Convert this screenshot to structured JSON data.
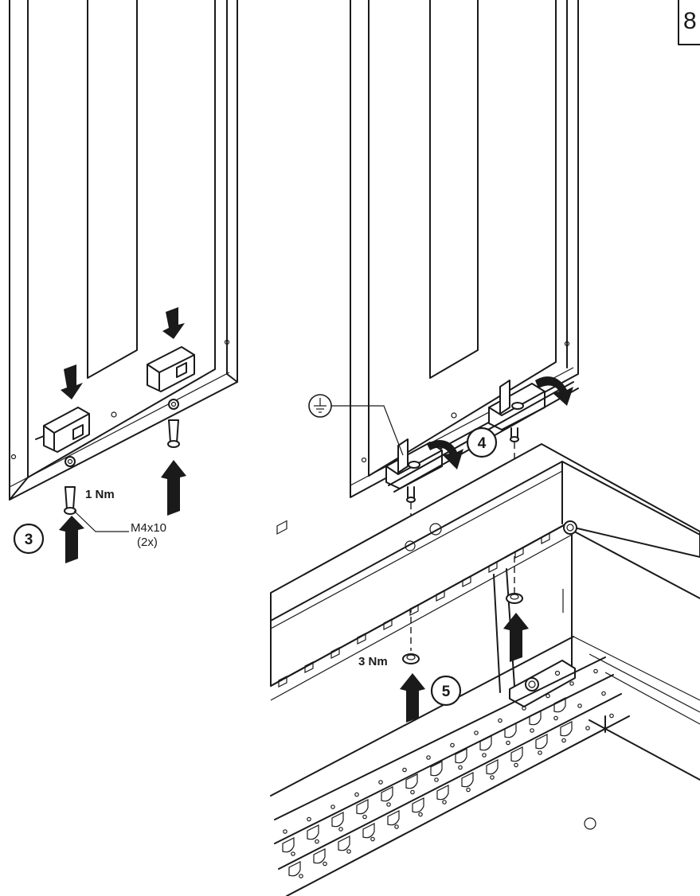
{
  "page_number": "8",
  "steps": {
    "left": "3",
    "right_top": "4",
    "right_bottom": "5"
  },
  "torque": {
    "left_screw": "1 Nm",
    "right_nut": "3 Nm"
  },
  "screw_spec": {
    "size": "M4x10",
    "quantity": "(2x)"
  },
  "symbols": {
    "ground": "ground-symbol-icon",
    "arrow_down": "arrow-down-icon",
    "arrow_up": "arrow-up-icon",
    "arrow_rotate": "arrow-rotate-icon"
  },
  "colors": {
    "line": "#1a1a1a",
    "panel_fill": "#ffffff",
    "background": "#ffffff"
  }
}
